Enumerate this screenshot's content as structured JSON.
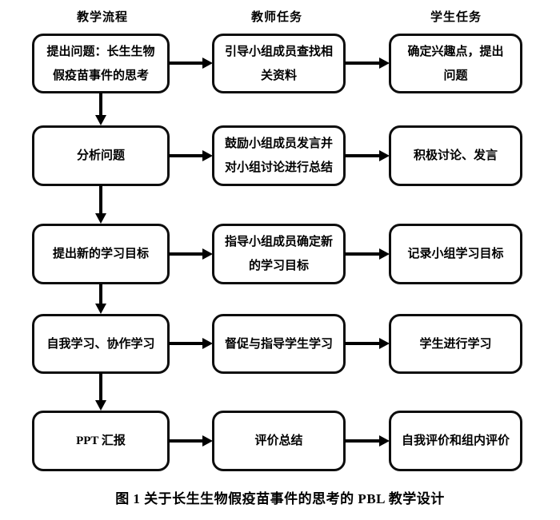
{
  "diagram": {
    "headers": [
      "教学流程",
      "教师任务",
      "学生任务"
    ],
    "rows": [
      {
        "process": "提出问题：长生生物\n假疫苗事件的思考",
        "teacher": "引导小组成员查找相\n关资料",
        "student": "确定兴趣点，提出\n问题"
      },
      {
        "process": "分析问题",
        "teacher": "鼓励小组成员发言并\n对小组讨论进行总结",
        "student": "积极讨论、发言"
      },
      {
        "process": "提出新的学习目标",
        "teacher": "指导小组成员确定新\n的学习目标",
        "student": "记录小组学习目标"
      },
      {
        "process": "自我学习、协作学习",
        "teacher": "督促与指导学生学习",
        "student": "学生进行学习"
      },
      {
        "process": "PPT 汇报",
        "teacher": "评价总结",
        "student": "自我评价和组内评价"
      }
    ],
    "caption": "图 1 关于长生生物假疫苗事件的思考的 PBL 教学设计",
    "colors": {
      "line": "#000000",
      "fill": "#ffffff",
      "text": "#000000"
    }
  }
}
